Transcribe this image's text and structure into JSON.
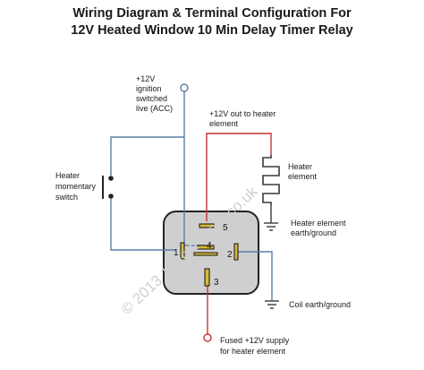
{
  "title": {
    "line1": "Wiring Diagram & Terminal Configuration For",
    "line2": "12V Heated Window  10 Min Delay Timer Relay"
  },
  "labels": {
    "ignition": [
      "+12V",
      "ignition",
      "switched",
      "live (ACC)"
    ],
    "heater_out": [
      "+12V out to heater",
      "element"
    ],
    "heater_element": [
      "Heater",
      "element"
    ],
    "switch": [
      "Heater",
      "momentary",
      "switch"
    ],
    "earth": [
      "Heater element",
      "earth/ground"
    ],
    "coil_earth": "Coil earth/ground",
    "fused": [
      "Fused +12V supply",
      "for heater element"
    ]
  },
  "pins": [
    "5",
    "4",
    "1",
    "2",
    "3"
  ],
  "watermark": "© 2013 12VoltPlanet.co.uk",
  "colors": {
    "wire": "#5a7fa8",
    "heater_wire": "#c83232",
    "ground": "#3a3a3a",
    "relay_body": "#cfcfcf",
    "relay_border": "#222222",
    "pin_fill": "#d8b838"
  }
}
